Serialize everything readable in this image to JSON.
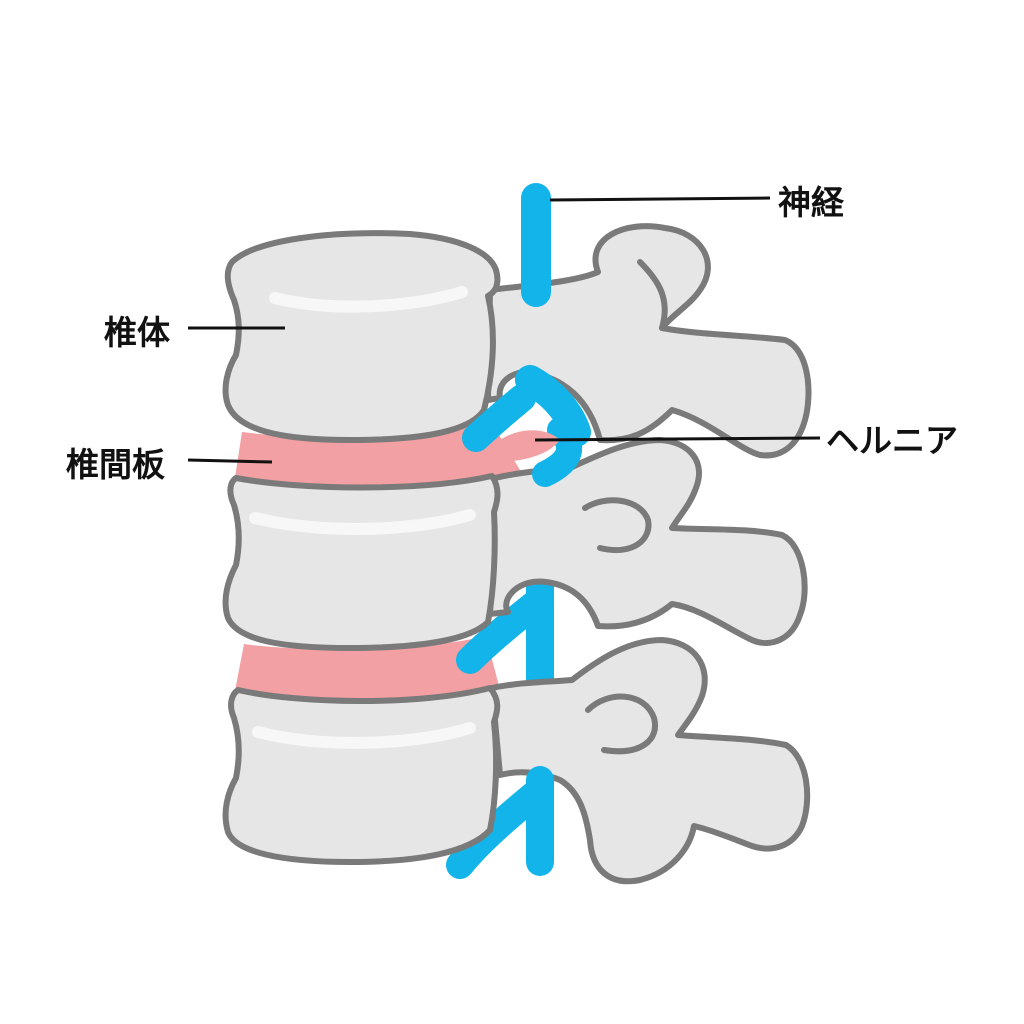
{
  "colors": {
    "bone_fill": "#e6e6e6",
    "bone_outline": "#7a7a7a",
    "disc": "#f2a0a3",
    "nerve": "#12b4e9",
    "text": "#111111"
  },
  "labels": {
    "nerve": "神経",
    "vertebral_body": "椎体",
    "intervertebral_disc": "椎間板",
    "hernia": "ヘルニア"
  }
}
